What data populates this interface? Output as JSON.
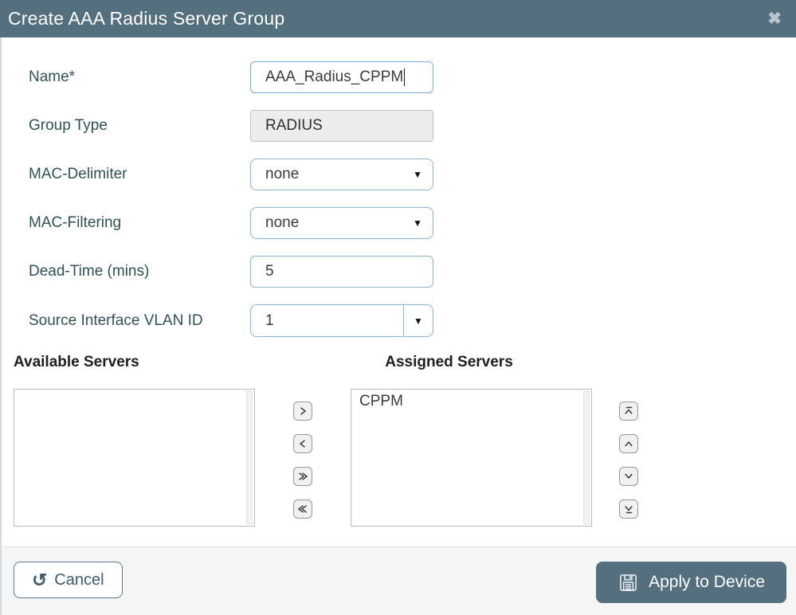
{
  "header": {
    "title": "Create AAA Radius Server Group"
  },
  "icons": {
    "close": "✖",
    "undo": "↺",
    "caret_down": "▼"
  },
  "form": {
    "name": {
      "label": "Name*",
      "value": "AAA_Radius_CPPM"
    },
    "group_type": {
      "label": "Group Type",
      "value": "RADIUS"
    },
    "mac_delimiter": {
      "label": "MAC-Delimiter",
      "value": "none"
    },
    "mac_filtering": {
      "label": "MAC-Filtering",
      "value": "none"
    },
    "dead_time": {
      "label": "Dead-Time (mins)",
      "value": "5"
    },
    "source_vlan": {
      "label": "Source Interface VLAN ID",
      "value": "1"
    }
  },
  "servers": {
    "available": {
      "heading": "Available Servers",
      "items": []
    },
    "assigned": {
      "heading": "Assigned Servers",
      "items": [
        "CPPM"
      ]
    }
  },
  "footer": {
    "cancel_label": "Cancel",
    "apply_label": "Apply to Device"
  },
  "colors": {
    "header_bg": "#54707E",
    "label_text": "#2F5157",
    "input_border": "#8FB4D1",
    "disabled_bg": "#ECECEC",
    "apply_bg": "#54707E",
    "footer_bg": "#F5F5F6"
  }
}
